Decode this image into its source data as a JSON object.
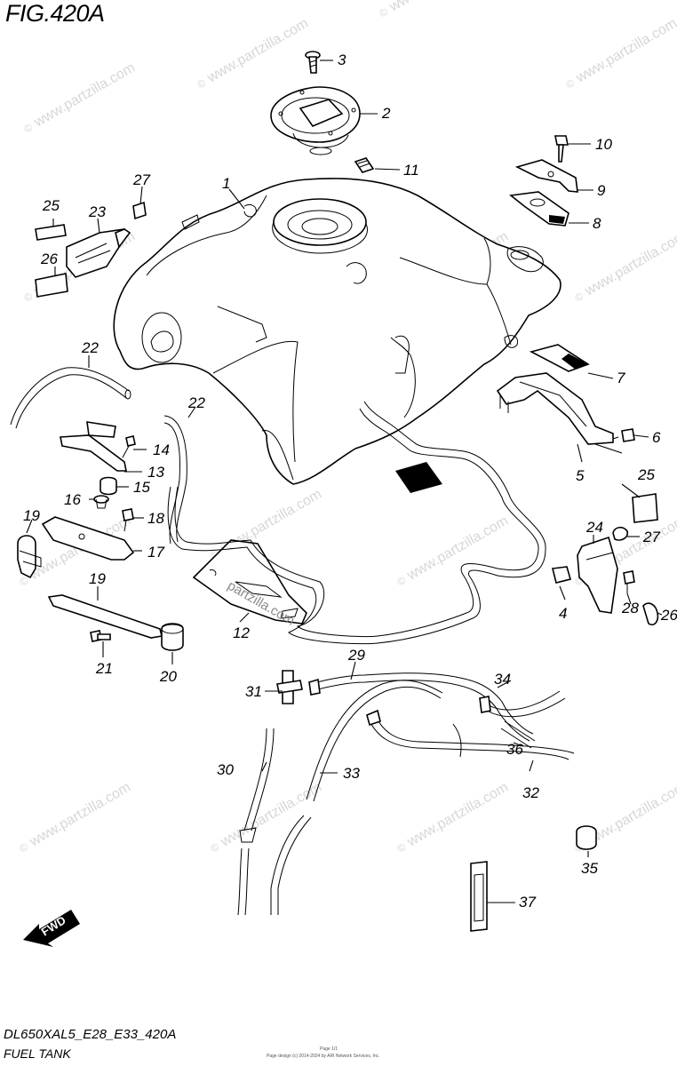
{
  "figure": {
    "title": "FIG.420A",
    "code": "DL650XAL5_E28_E33_420A",
    "name": "FUEL TANK"
  },
  "watermark": {
    "text": "www.partzilla.com",
    "copyright_symbol": "©",
    "overlay_text": "partzilla.com"
  },
  "direction_arrow": {
    "label": "FWD",
    "icon": "fwd-arrow-icon"
  },
  "footer_small": {
    "line1": "Page 1/1",
    "line2": "Page design (c) 2014-2024 by ARI Network Services, Inc."
  },
  "callouts": [
    {
      "id": "1",
      "label": "1"
    },
    {
      "id": "2",
      "label": "2"
    },
    {
      "id": "3",
      "label": "3"
    },
    {
      "id": "4",
      "label": "4"
    },
    {
      "id": "5",
      "label": "5"
    },
    {
      "id": "6",
      "label": "6"
    },
    {
      "id": "7",
      "label": "7"
    },
    {
      "id": "8",
      "label": "8"
    },
    {
      "id": "9",
      "label": "9"
    },
    {
      "id": "10",
      "label": "10"
    },
    {
      "id": "11",
      "label": "11"
    },
    {
      "id": "12",
      "label": "12"
    },
    {
      "id": "13",
      "label": "13"
    },
    {
      "id": "14",
      "label": "14"
    },
    {
      "id": "15",
      "label": "15"
    },
    {
      "id": "16",
      "label": "16"
    },
    {
      "id": "17",
      "label": "17"
    },
    {
      "id": "18",
      "label": "18"
    },
    {
      "id": "19a",
      "label": "19"
    },
    {
      "id": "19b",
      "label": "19"
    },
    {
      "id": "20",
      "label": "20"
    },
    {
      "id": "21",
      "label": "21"
    },
    {
      "id": "22a",
      "label": "22"
    },
    {
      "id": "22b",
      "label": "22"
    },
    {
      "id": "23",
      "label": "23"
    },
    {
      "id": "24",
      "label": "24"
    },
    {
      "id": "25a",
      "label": "25"
    },
    {
      "id": "25b",
      "label": "25"
    },
    {
      "id": "26a",
      "label": "26"
    },
    {
      "id": "26b",
      "label": "26"
    },
    {
      "id": "27a",
      "label": "27"
    },
    {
      "id": "27b",
      "label": "27"
    },
    {
      "id": "28",
      "label": "28"
    },
    {
      "id": "29",
      "label": "29"
    },
    {
      "id": "30",
      "label": "30"
    },
    {
      "id": "31",
      "label": "31"
    },
    {
      "id": "32",
      "label": "32"
    },
    {
      "id": "33",
      "label": "33"
    },
    {
      "id": "34",
      "label": "34"
    },
    {
      "id": "35",
      "label": "35"
    },
    {
      "id": "36",
      "label": "36"
    },
    {
      "id": "37",
      "label": "37"
    }
  ]
}
